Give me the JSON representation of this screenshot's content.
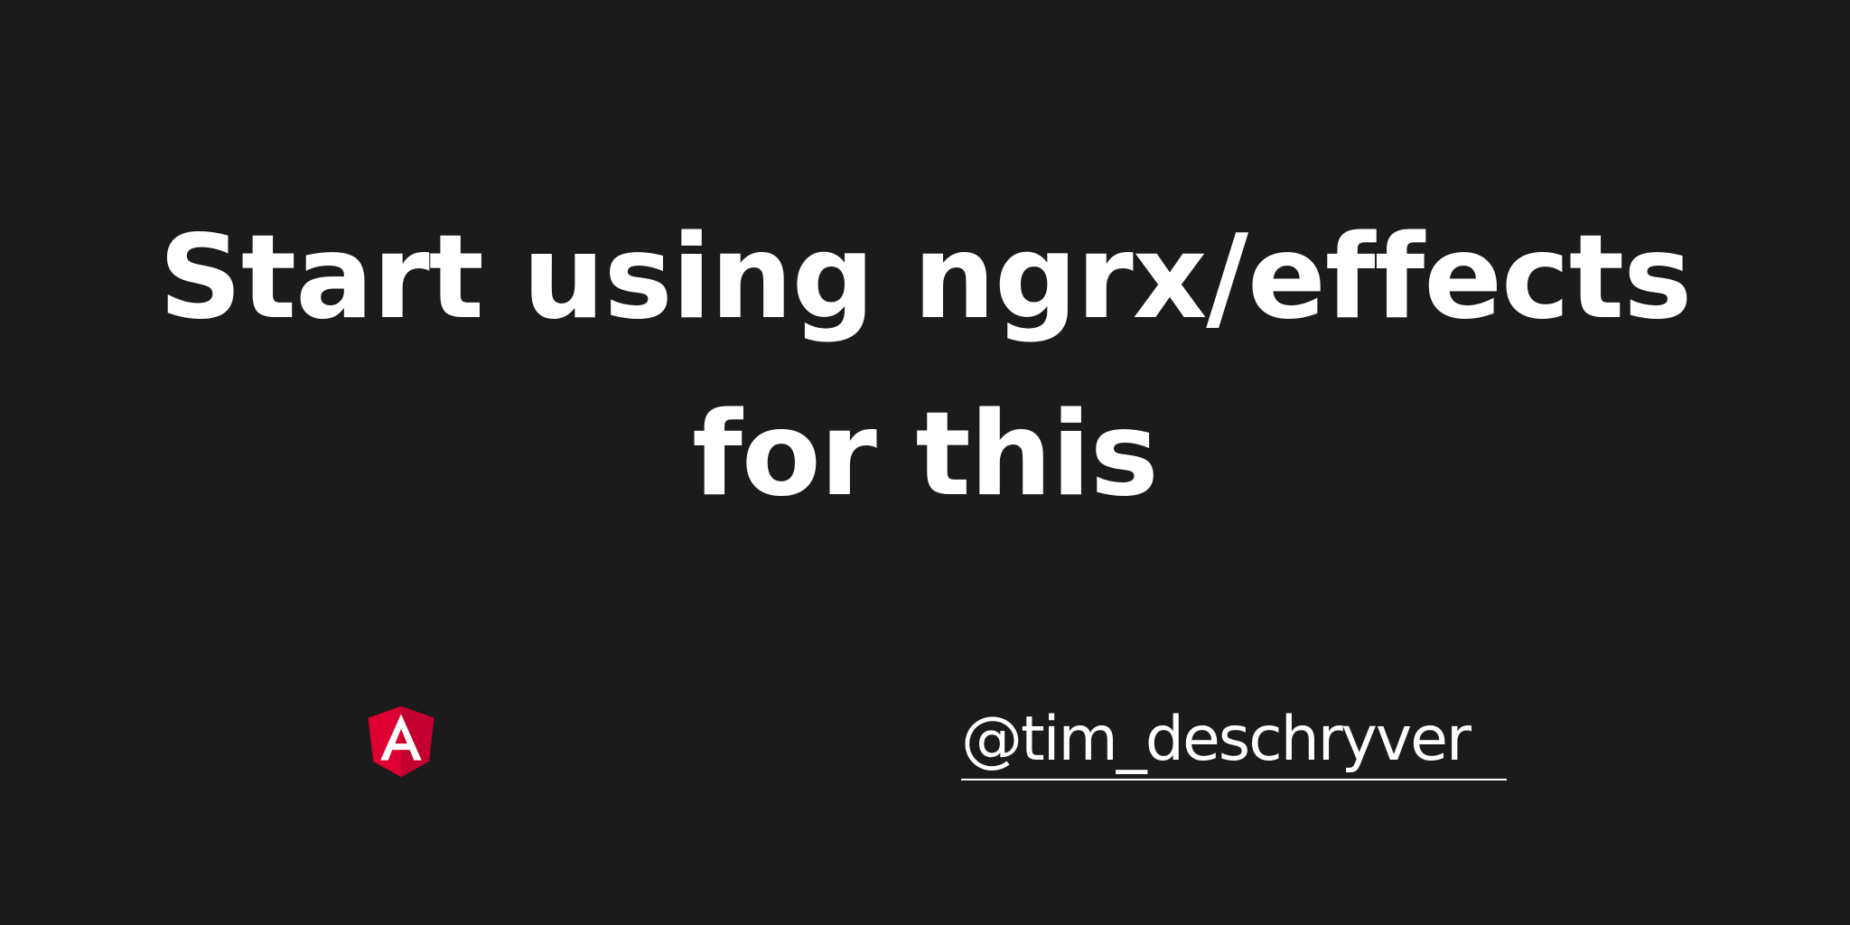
{
  "slide": {
    "title_line1": "Start using ngrx/effects",
    "title_line2": "for this",
    "logo_icon": "angular-logo-icon",
    "handle": "@tim_deschryver"
  },
  "colors": {
    "background": "#1b1b1b",
    "text": "#ffffff",
    "angular_red": "#dd0031",
    "angular_dark_red": "#c3002f"
  }
}
